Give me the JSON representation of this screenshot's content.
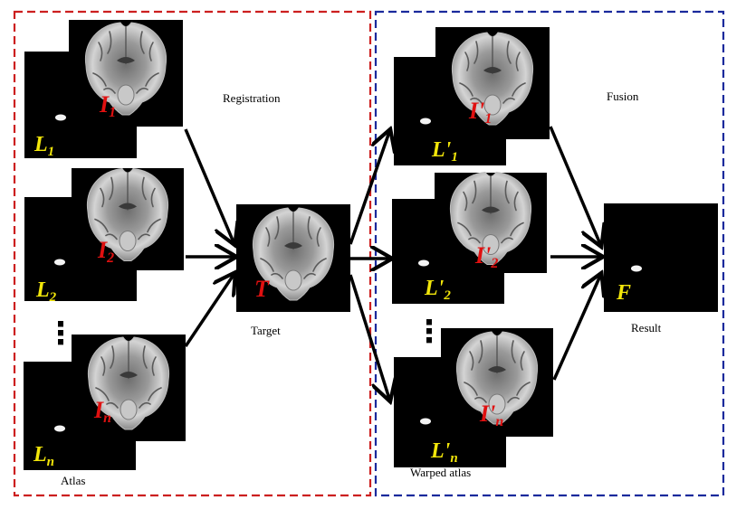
{
  "colors": {
    "atlas_frame": "#cc1f1f",
    "warped_frame": "#1a2a9c",
    "image_label": "#e01010",
    "label_map_label": "#f2e60a",
    "arrow": "#000000",
    "background": "#ffffff"
  },
  "captions": {
    "registration": "Registration",
    "fusion": "Fusion",
    "target": "Target",
    "result": "Result",
    "atlas": "Atlas",
    "warped_atlas": "Warped atlas"
  },
  "atlas": [
    {
      "image": {
        "base": "I",
        "sub": "1",
        "prime": ""
      },
      "labelmap": {
        "base": "L",
        "sub": "1",
        "prime": ""
      }
    },
    {
      "image": {
        "base": "I",
        "sub": "2",
        "prime": ""
      },
      "labelmap": {
        "base": "L",
        "sub": "2",
        "prime": ""
      }
    },
    {
      "image": {
        "base": "I",
        "sub": "n",
        "prime": ""
      },
      "labelmap": {
        "base": "L",
        "sub": "n",
        "prime": ""
      }
    }
  ],
  "warped": [
    {
      "image": {
        "base": "I",
        "sub": "1",
        "prime": "'"
      },
      "labelmap": {
        "base": "L",
        "sub": "1",
        "prime": "'"
      }
    },
    {
      "image": {
        "base": "I",
        "sub": "2",
        "prime": "'"
      },
      "labelmap": {
        "base": "L",
        "sub": "2",
        "prime": "'"
      }
    },
    {
      "image": {
        "base": "I",
        "sub": "n",
        "prime": "'"
      },
      "labelmap": {
        "base": "L",
        "sub": "n",
        "prime": "'"
      }
    }
  ],
  "target": {
    "base": "T",
    "sub": "",
    "prime": ""
  },
  "result": {
    "base": "F",
    "sub": "",
    "prime": ""
  },
  "ellipsis": "⋮"
}
